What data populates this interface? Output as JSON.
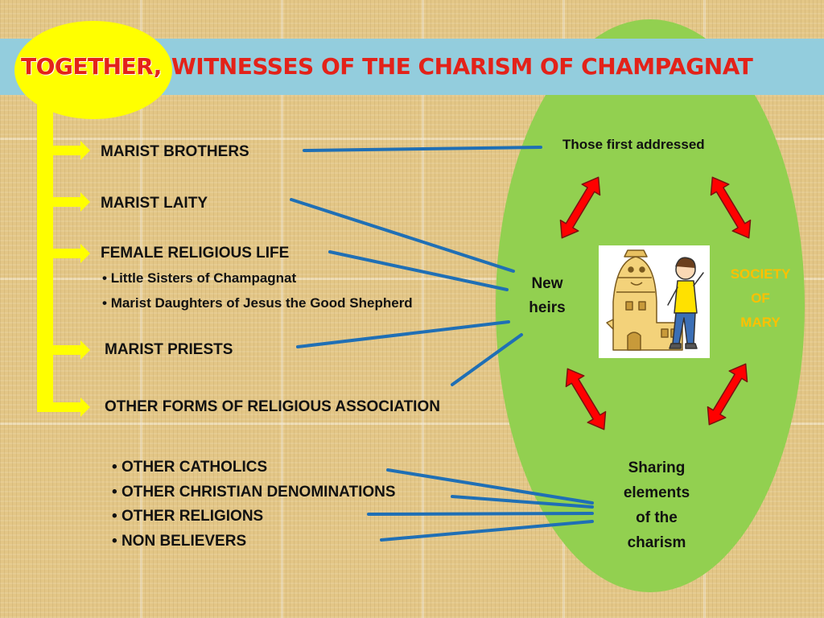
{
  "title": {
    "part1": "TOGETHER,",
    "part2": "WITNESSES OF THE CHARISM OF CHAMPAGNAT"
  },
  "groups": {
    "brothers": "MARIST BROTHERS",
    "laity": "MARIST LAITY",
    "female": "FEMALE RELIGIOUS LIFE",
    "female_items": [
      "Little Sisters of Champagnat",
      "Marist Daughters of Jesus the Good Shepherd"
    ],
    "priests": "MARIST PRIESTS",
    "other_forms": "OTHER FORMS OF RELIGIOUS ASSOCIATION"
  },
  "others": [
    "OTHER CATHOLICS",
    "OTHER CHRISTIAN DENOMINATIONS",
    "OTHER RELIGIONS",
    "NON BELIEVERS"
  ],
  "cycle": {
    "top": "Those first addressed",
    "left_line1": "New",
    "left_line2": "heirs",
    "right_line1": "SOCIETY",
    "right_line2": "OF",
    "right_line3": "MARY",
    "bottom_line1": "Sharing",
    "bottom_line2": "elements",
    "bottom_line3": "of the",
    "bottom_line4": "charism"
  },
  "colors": {
    "background": "#e3c686",
    "title_band": "#93cddd",
    "title_text": "#e32219",
    "highlight_oval": "#ffff00",
    "cycle_oval": "#92d050",
    "connector_lines": "#1f6fb5",
    "cycle_arrows": "#ff0000",
    "bracket": "#ffff00",
    "society_text": "#ffc000"
  },
  "icons": {
    "logo": "champagnat-building-cartoon"
  }
}
